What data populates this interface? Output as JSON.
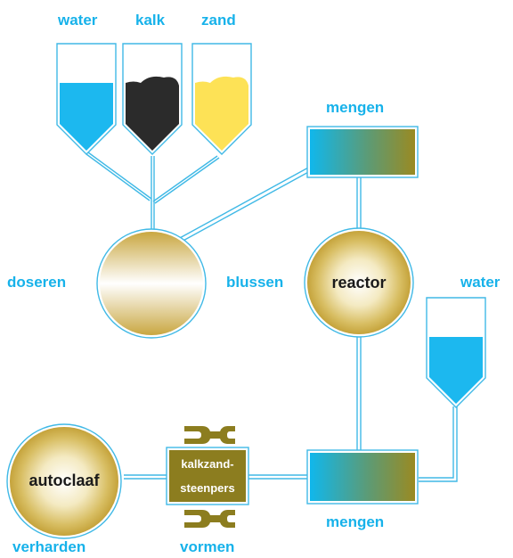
{
  "labels": {
    "water_top": "water",
    "kalk": "kalk",
    "zand": "zand",
    "mengen_top": "mengen",
    "doseren": "doseren",
    "blussen": "blussen",
    "reactor": "reactor",
    "water_right": "water",
    "autoclaaf": "autoclaaf",
    "press_line1": "kalkzand-",
    "press_line2": "steenpers",
    "mengen_bottom": "mengen",
    "verharden": "verharden",
    "vormen": "vormen"
  },
  "colors": {
    "label_blue": "#17b2ea",
    "water_fill": "#1cb8ef",
    "kalk_fill": "#2b2b2b",
    "zand_fill": "#fde256",
    "press_olive": "#8c7d1f",
    "pipe": "#40b9e6"
  }
}
